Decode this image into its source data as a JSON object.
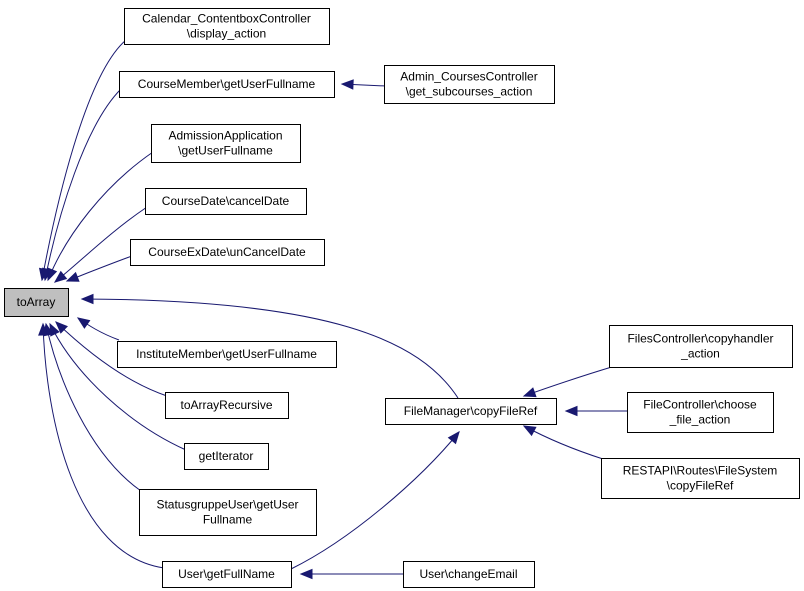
{
  "diagram": {
    "type": "call-graph",
    "edge_color": "#191970",
    "root_fill": "#bfbfbf",
    "nodes": {
      "toArray": [
        "toArray"
      ],
      "calendar": [
        "Calendar_ContentboxController",
        "\\display_action"
      ],
      "courseMember": [
        "CourseMember\\getUserFullname"
      ],
      "adminCourses": [
        "Admin_CoursesController",
        "\\get_subcourses_action"
      ],
      "admission": [
        "AdmissionApplication",
        "\\getUserFullname"
      ],
      "courseDate": [
        "CourseDate\\cancelDate"
      ],
      "courseExDate": [
        "CourseExDate\\unCancelDate"
      ],
      "instituteMember": [
        "InstituteMember\\getUserFullname"
      ],
      "toArrayRecursive": [
        "toArrayRecursive"
      ],
      "getIterator": [
        "getIterator"
      ],
      "statusgruppe": [
        "StatusgruppeUser\\getUser",
        "Fullname"
      ],
      "userFullName": [
        "User\\getFullName"
      ],
      "userChangeEmail": [
        "User\\changeEmail"
      ],
      "fileManager": [
        "FileManager\\copyFileRef"
      ],
      "filesController": [
        "FilesController\\copyhandler",
        "_action"
      ],
      "fileController": [
        "FileController\\choose",
        "_file_action"
      ],
      "restapi": [
        "RESTAPI\\Routes\\FileSystem",
        "\\copyFileRef"
      ]
    },
    "edges": [
      {
        "from": "calendar",
        "to": "toArray"
      },
      {
        "from": "courseMember",
        "to": "toArray"
      },
      {
        "from": "admission",
        "to": "toArray"
      },
      {
        "from": "courseDate",
        "to": "toArray"
      },
      {
        "from": "courseExDate",
        "to": "toArray"
      },
      {
        "from": "fileManager",
        "to": "toArray"
      },
      {
        "from": "instituteMember",
        "to": "toArray"
      },
      {
        "from": "toArrayRecursive",
        "to": "toArray"
      },
      {
        "from": "getIterator",
        "to": "toArray"
      },
      {
        "from": "statusgruppe",
        "to": "toArray"
      },
      {
        "from": "userFullName",
        "to": "toArray"
      },
      {
        "from": "adminCourses",
        "to": "courseMember"
      },
      {
        "from": "filesController",
        "to": "fileManager"
      },
      {
        "from": "fileController",
        "to": "fileManager"
      },
      {
        "from": "restapi",
        "to": "fileManager"
      },
      {
        "from": "userFullName",
        "to": "fileManager"
      },
      {
        "from": "userChangeEmail",
        "to": "userFullName"
      }
    ]
  }
}
